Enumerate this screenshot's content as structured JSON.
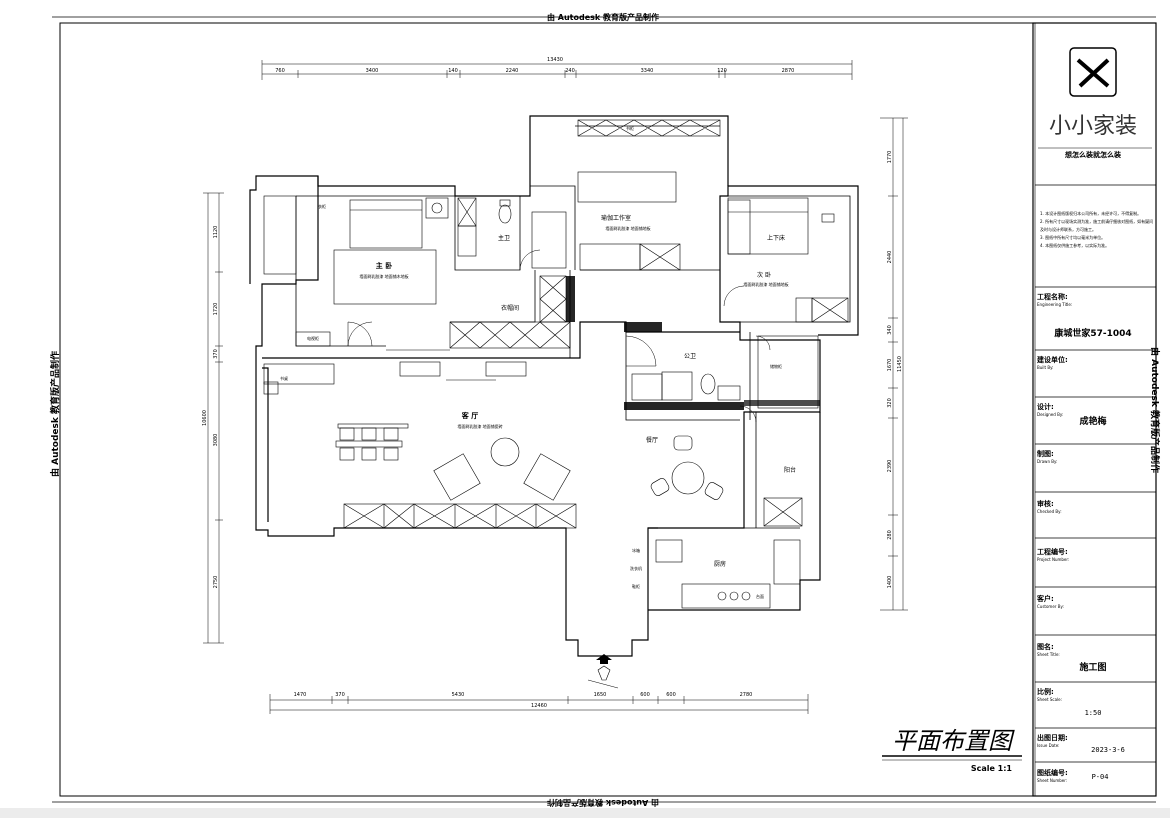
{
  "watermark": "由 Autodesk 教育版产品制作",
  "company": {
    "name": "小小家装",
    "slogan": "想怎么装就怎么装"
  },
  "notes": [
    "1. 本设计图纸版权归本公司所有，未经许可，不得复制。",
    "2. 所有尺寸以现场实测为准，施工前请仔细核对图纸，如有疑问",
    "   及时与设计师联系，方可施工。",
    "3. 图纸中所有尺寸均以毫米为单位。",
    "4. 本图纸仅供施工参考，以实际为准。"
  ],
  "title_block": {
    "project_label": "工程名称:",
    "project_label_en": "Engineering Title:",
    "project_value": "康城世家57-1004",
    "builder_label": "建设单位:",
    "builder_label_en": "Built By:",
    "designer_label": "设计:",
    "designer_label_en": "Designed By:",
    "designer_value": "成艳梅",
    "drawn_label": "制图:",
    "drawn_label_en": "Drawn By:",
    "checked_label": "审核:",
    "checked_label_en": "Checked By:",
    "number_label": "工程编号:",
    "number_label_en": "Project Number:",
    "client_label": "客户:",
    "client_label_en": "Customer By:",
    "sheet_title_label": "图名:",
    "sheet_title_label_en": "Sheet Title:",
    "sheet_title_value": "施工图",
    "scale_label": "比例:",
    "scale_label_en": "Sheet Scale:",
    "scale_value": "1:50",
    "date_label": "出图日期:",
    "date_label_en": "Issue Date:",
    "date_value": "2023-3-6",
    "sheet_no_label": "图纸编号:",
    "sheet_no_label_en": "Sheet Number:",
    "sheet_no_value": "P-04"
  },
  "drawing_title": "平面布置图",
  "scale_text": "Scale 1:1",
  "dimensions": {
    "top_total": "13430",
    "top": [
      "760",
      "3400",
      "140",
      "2240",
      "240",
      "3340",
      "120",
      "2870"
    ],
    "bottom_total": "12460",
    "bottom": [
      "1470",
      "370",
      "5430",
      "1650",
      "600",
      "600",
      "2780"
    ],
    "left_total": "10600",
    "left": [
      "1120",
      "1720",
      "370",
      "3080",
      "2750"
    ],
    "right_total": "11450",
    "right": [
      "1770",
      "2440",
      "340",
      "1670",
      "320",
      "2390",
      "280",
      "1400"
    ]
  },
  "rooms": {
    "master_bedroom": "主 卧",
    "master_bedroom_note": "墙面刷乳胶漆 地面铺木地板",
    "master_bath": "主卫",
    "cloakroom": "衣帽间",
    "studio": "瑜伽工作室",
    "studio_note": "墙面刷乳胶漆 地面铺地板",
    "second_bedroom": "次 卧",
    "second_bedroom_note": "墙面刷乳胶漆 地面铺地板",
    "bunk_bed": "上下床",
    "living_room": "客 厅",
    "living_room_note": "墙面刷乳胶漆 地面铺瓷砖",
    "guest_bath": "公卫",
    "dining": "餐厅",
    "kitchen": "厨房",
    "balcony": "阳台"
  },
  "labels": {
    "tv_cabinet": "电视柜",
    "bookcase": "书柜",
    "wardrobe": "衣柜",
    "desk": "书桌",
    "fridge": "冰箱",
    "washer": "洗衣机",
    "storage": "储物柜",
    "shoe_cabinet": "鞋柜",
    "counter": "台面"
  }
}
